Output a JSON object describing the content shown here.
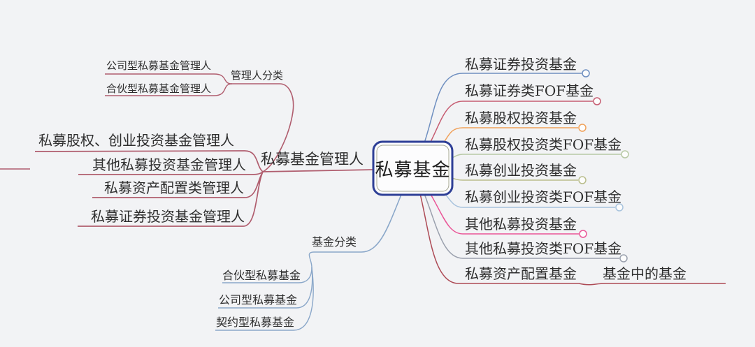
{
  "canvas": {
    "background": "#f2f3f5"
  },
  "root": {
    "label": "私募基金",
    "border_color": "#2e3f96",
    "inner_border_color": "#a6a894",
    "fill": "#fcfcfd"
  },
  "left": {
    "branch_label": "私募基金管理人",
    "branch_color": "#b05d6e",
    "manager_class": {
      "label": "管理人分类",
      "items": [
        {
          "label": "公司型私募基金管理人"
        },
        {
          "label": "合伙型私募基金管理人"
        }
      ]
    },
    "manager_items": [
      {
        "label": "私募股权、创业投资基金管理人"
      },
      {
        "label": "其他私募投资基金管理人"
      },
      {
        "label": "私募资产配置类管理人"
      },
      {
        "label": "私募证券投资基金管理人"
      }
    ],
    "fund_class": {
      "label": "基金分类",
      "color": "#8aa7c9",
      "items": [
        {
          "label": "合伙型私募基金"
        },
        {
          "label": "公司型私募基金"
        },
        {
          "label": "契约型私募基金"
        }
      ]
    }
  },
  "right": {
    "items": [
      {
        "label": "私募证券投资基金",
        "color": "#6f8fc0"
      },
      {
        "label": "私募证券类FOF基金",
        "color": "#c65d72"
      },
      {
        "label": "私募股权投资基金",
        "color": "#f0a15a"
      },
      {
        "label": "私募股权投资类FOF基金",
        "color": "#b8c9a5"
      },
      {
        "label": "私募创业投资基金",
        "color": "#b9bd8b"
      },
      {
        "label": "私募创业投资类FOF基金",
        "color": "#a8c3dd"
      },
      {
        "label": "其他私募投资基金",
        "color": "#ea5597"
      },
      {
        "label": "其他私募投资类FOF基金",
        "color": "#9aa0ad"
      },
      {
        "label": "私募资产配置基金",
        "color": "#ad4a55"
      }
    ],
    "fof_child": {
      "label": "基金中的基金",
      "color": "#ad4a55"
    }
  }
}
